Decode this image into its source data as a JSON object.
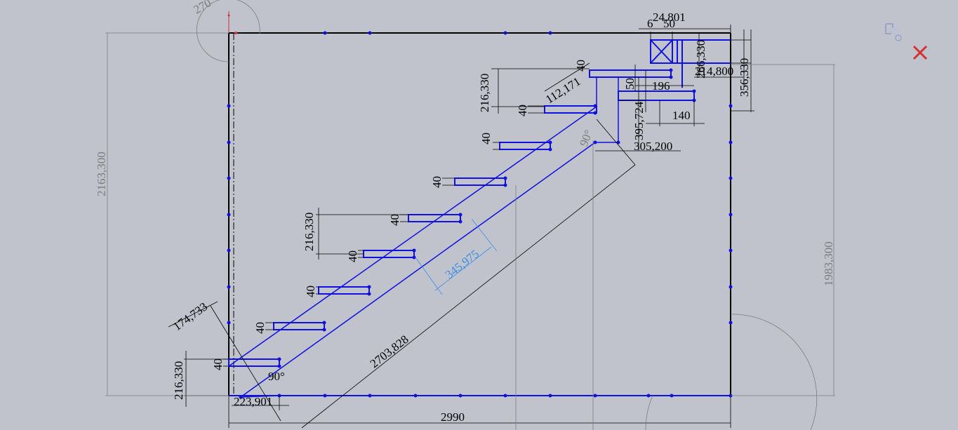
{
  "dims": {
    "top_total": "24,801",
    "top_a": "6",
    "top_b": "50",
    "right_266": "266,330",
    "right_214": "214,800",
    "right_356": "356,330",
    "d196": "196",
    "d50": "50",
    "d140": "140",
    "d395": "395,724",
    "d305": "305,200",
    "d112": "112,171",
    "d40_top": "40",
    "d216_top": "216,330",
    "d40_1": "40",
    "d40_2": "40",
    "d40_3": "40",
    "d40_4": "40",
    "d40_5": "40",
    "d40_6": "40",
    "d40_7": "40",
    "d40_8": "40",
    "d40_9": "40",
    "d216_mid": "216,330",
    "d216_bot": "216,330",
    "d174": "174,733",
    "d90_top": "90°",
    "d90_bot": "90°",
    "d223": "223,901",
    "d2703": "2703,828",
    "d345": "345,975",
    "d2990": "2990",
    "d2163": "2163,300",
    "d1983": "1983,300",
    "d270": "270"
  },
  "colors": {
    "background": "#c0c3cb",
    "sketch_blue": "#1010e0",
    "outline_black": "#000000",
    "dimension_grey": "#7d7d7d",
    "driven_blue": "#3b8fe8",
    "close_red": "#d23232"
  },
  "icons": {
    "confirm": "confirm-rebuild-icon",
    "close": "close-icon"
  }
}
